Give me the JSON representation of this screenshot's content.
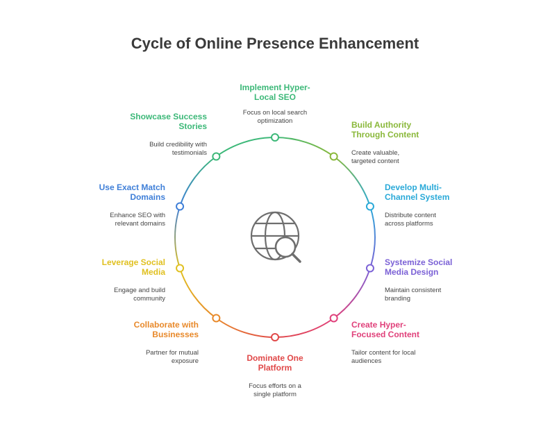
{
  "title": "Cycle of Online Presence Enhancement",
  "center_icon": "globe-search-icon",
  "steps": [
    {
      "head": [
        "Implement Hyper-",
        "Local SEO"
      ],
      "desc": [
        "Focus on local search",
        "optimization"
      ],
      "color": "#3cb878"
    },
    {
      "head": [
        "Build Authority",
        "Through Content"
      ],
      "desc": [
        "Create valuable,",
        "targeted content"
      ],
      "color": "#8ab83a"
    },
    {
      "head": [
        "Develop Multi-",
        "Channel System"
      ],
      "desc": [
        "Distribute content",
        "across platforms"
      ],
      "color": "#29a9d8"
    },
    {
      "head": [
        "Systemize Social",
        "Media Design"
      ],
      "desc": [
        "Maintain consistent",
        "branding"
      ],
      "color": "#7b61d6"
    },
    {
      "head": [
        "Create Hyper-",
        "Focused Content"
      ],
      "desc": [
        "Tailor content for local",
        "audiences"
      ],
      "color": "#e0407a"
    },
    {
      "head": [
        "Dominate One",
        "Platform"
      ],
      "desc": [
        "Focus efforts on a",
        "single platform"
      ],
      "color": "#e04848"
    },
    {
      "head": [
        "Collaborate with",
        "Businesses"
      ],
      "desc": [
        "Partner for mutual",
        "exposure"
      ],
      "color": "#e8892a"
    },
    {
      "head": [
        "Leverage Social",
        "Media"
      ],
      "desc": [
        "Engage and build",
        "community"
      ],
      "color": "#e0c020"
    },
    {
      "head": [
        "Use Exact Match",
        "Domains"
      ],
      "desc": [
        "Enhance SEO with",
        "relevant domains"
      ],
      "color": "#3f7fd8"
    },
    {
      "head": [
        "Showcase Success",
        "Stories"
      ],
      "desc": [
        "Build credibility with",
        "testimonials"
      ],
      "color": "#3cb878"
    }
  ]
}
